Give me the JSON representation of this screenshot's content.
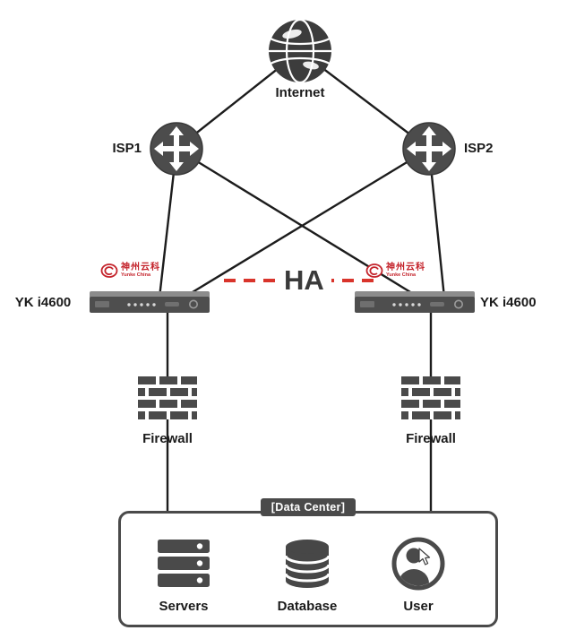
{
  "nodes": {
    "internet": {
      "label": "Internet"
    },
    "isp1": {
      "label": "ISP1"
    },
    "isp2": {
      "label": "ISP2"
    },
    "ha_link": {
      "label": "HA"
    },
    "appliance_left": {
      "label": "YK i4600",
      "brand_cn": "神州云科",
      "brand_en": "Yunke China"
    },
    "appliance_right": {
      "label": "YK i4600",
      "brand_cn": "神州云科",
      "brand_en": "Yunke China"
    },
    "firewall_left": {
      "label": "Firewall"
    },
    "firewall_right": {
      "label": "Firewall"
    },
    "datacenter": {
      "label": "[Data Center]",
      "servers_label": "Servers",
      "database_label": "Database",
      "user_label": "User"
    }
  },
  "colors": {
    "line": "#1c1c1c",
    "ha_dash": "#d9342b",
    "brand_red": "#c4232b",
    "icon_dark": "#474747"
  }
}
